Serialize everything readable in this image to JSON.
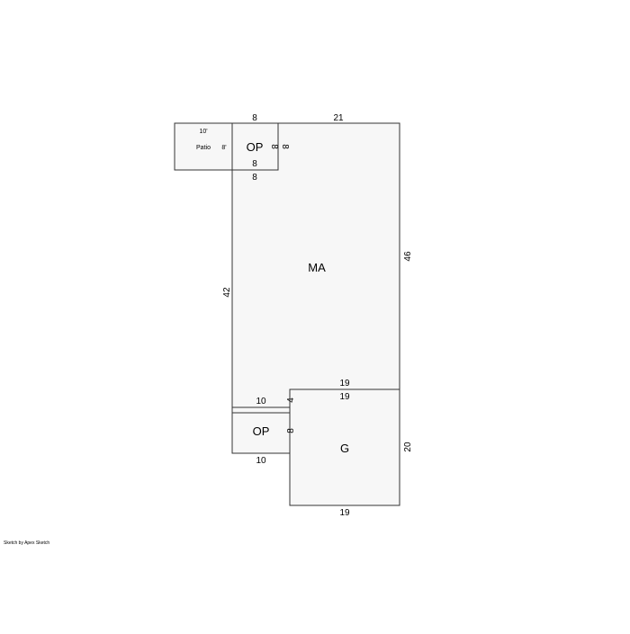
{
  "areas": {
    "patio": {
      "label": "Patio",
      "width_label": "10'",
      "depth_label": "8'"
    },
    "op_top": {
      "label": "OP",
      "dim_top": "8",
      "dim_right": "8",
      "dim_bottom": "8"
    },
    "main": {
      "label": "MA",
      "dim_top": "21",
      "dim_right": "46",
      "dim_left": "42",
      "dim_below_op": "8",
      "dim_bottom": "19"
    },
    "op_bottom": {
      "label": "OP",
      "dim_top": "10",
      "dim_bottom": "10",
      "dim_right": "8",
      "dim_small": "4"
    },
    "garage": {
      "label": "G",
      "dim_top": "19",
      "dim_right": "20",
      "dim_bottom": "19"
    }
  },
  "credit": "Sketch by Apex Sketch",
  "colors": {
    "fill": "#f7f7f7",
    "stroke": "#333333"
  }
}
